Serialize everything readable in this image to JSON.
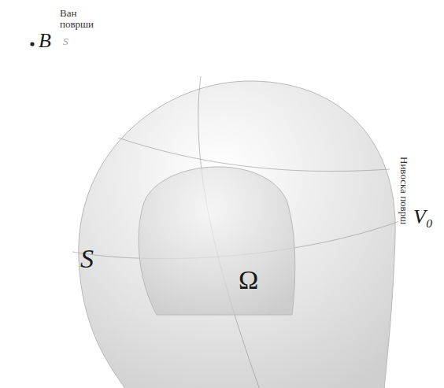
{
  "diagram": {
    "nodes": [
      {
        "text": [
          "S"
        ]
      },
      {
        "text": [
          "Ω"
        ],
        "in": 0
      }
    ],
    "labels": [
      "B",
      "Ван површи",
      "S",
      "Нивоска површ",
      "V₀"
    ]
  }
}
